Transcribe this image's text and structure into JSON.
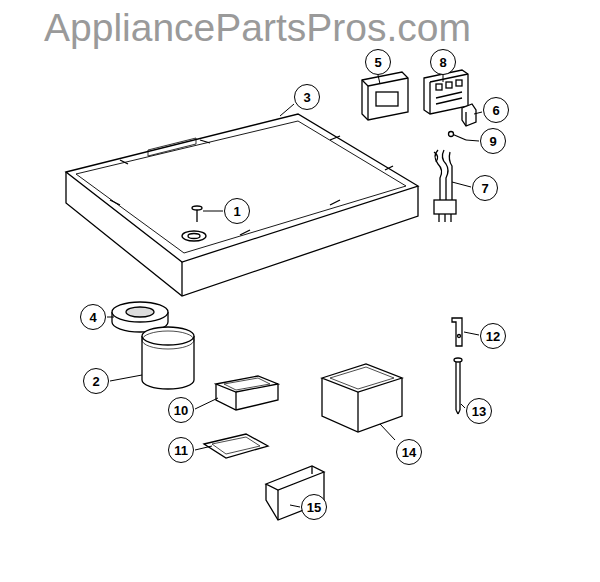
{
  "diagram": {
    "labels": [
      "AppliancePartsPros.com",
      "1",
      "2",
      "3",
      "4",
      "5",
      "6",
      "7",
      "8",
      "9",
      "10",
      "11",
      "12",
      "13",
      "14",
      "15"
    ]
  }
}
